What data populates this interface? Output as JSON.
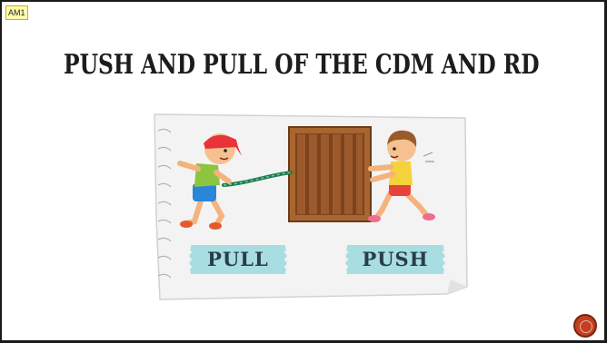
{
  "badge": {
    "text": "AM1"
  },
  "slide": {
    "title": "PUSH AND PULL OF THE CDM AND RD"
  },
  "labels": {
    "pull": "PULL",
    "push": "PUSH"
  },
  "colors": {
    "title": "#1c1c1c",
    "label": "#283c4a",
    "label_bg": "#9fd8dd",
    "crate": "#9c5a2c",
    "nav": "#c43f1f"
  }
}
